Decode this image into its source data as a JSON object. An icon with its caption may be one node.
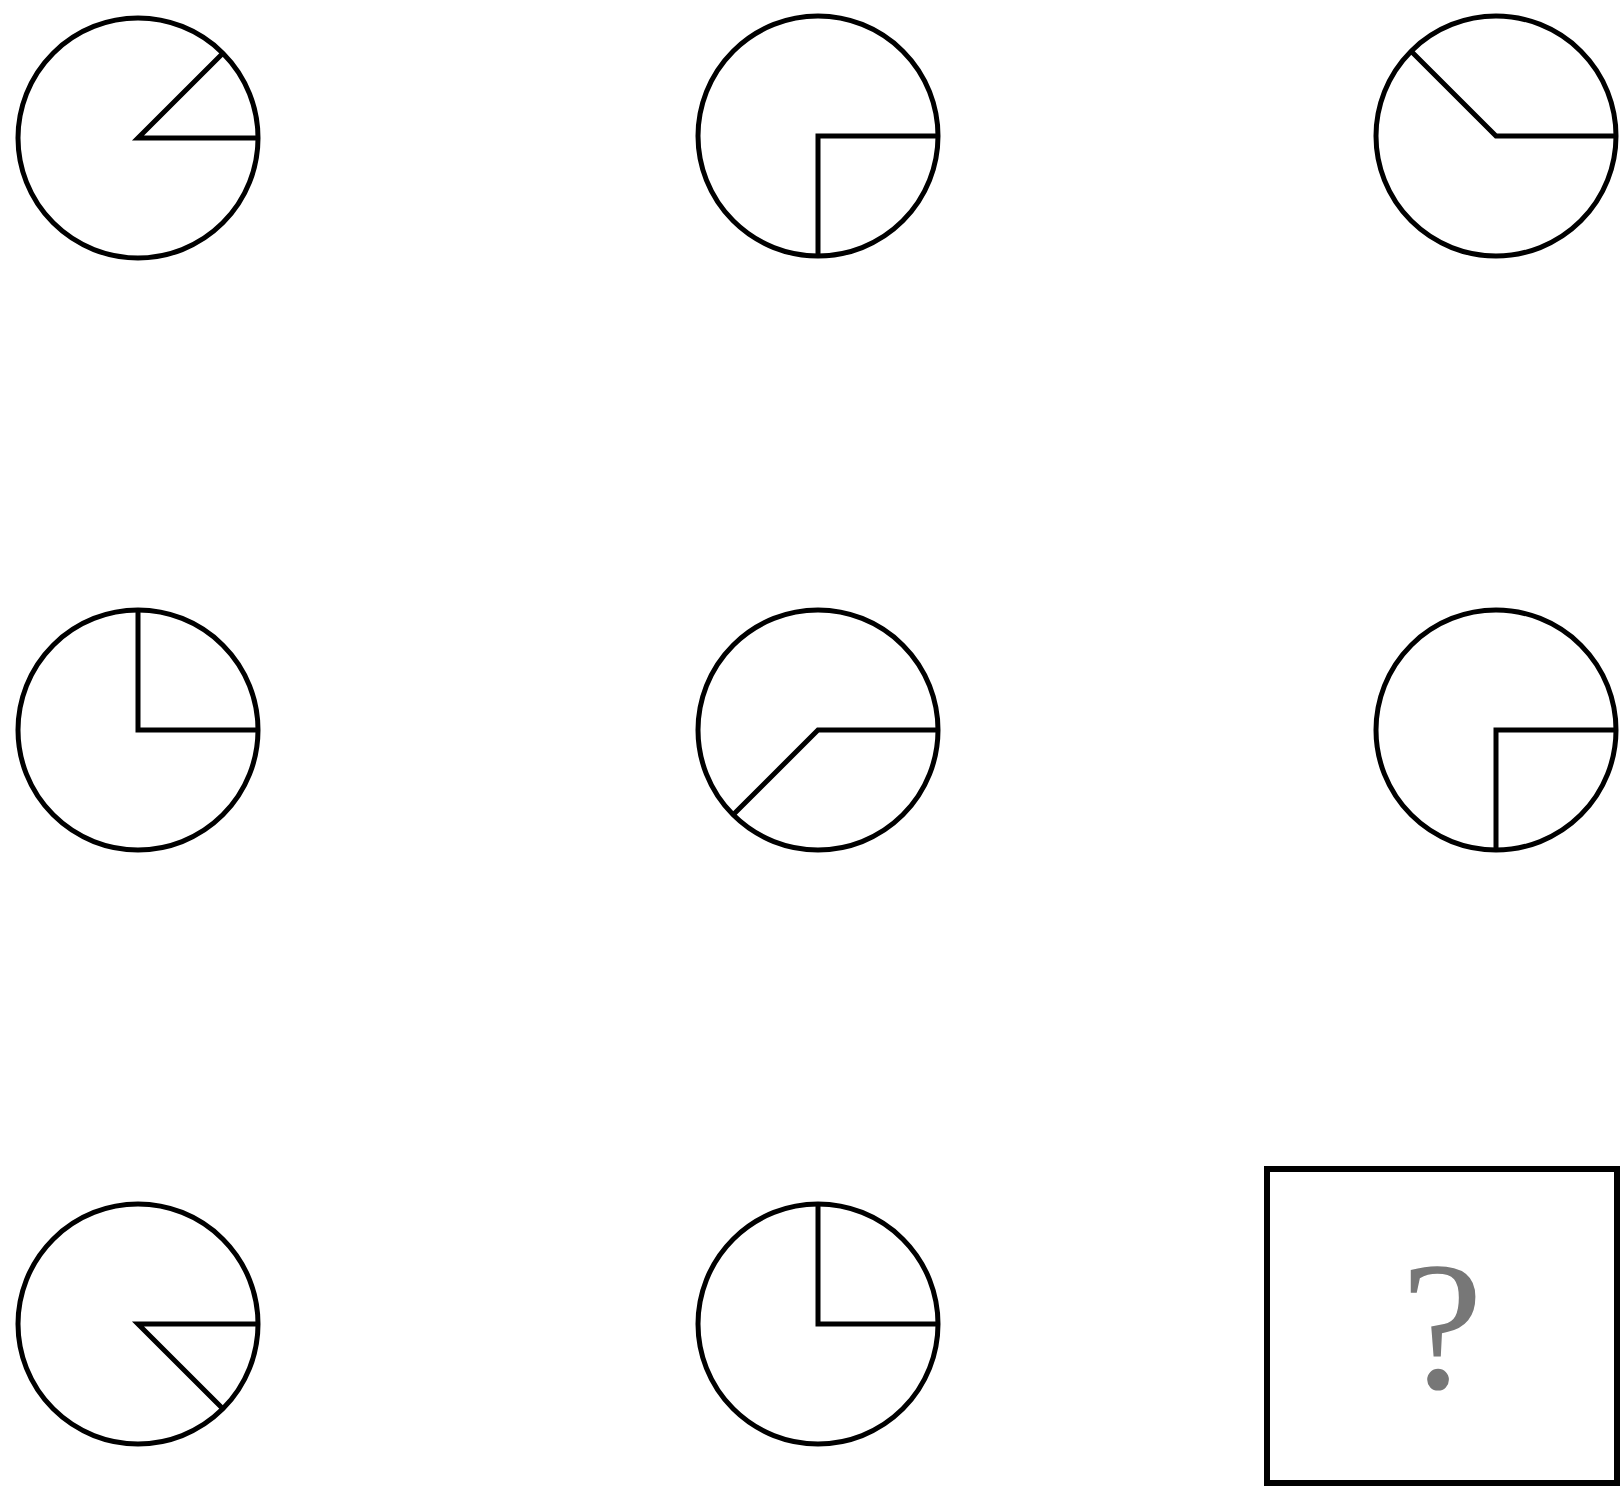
{
  "diagram": {
    "nodes": [
      {
        "text": [],
        "shape": "circle"
      },
      {
        "text": [],
        "shape": "circle"
      },
      {
        "text": [],
        "shape": "circle"
      },
      {
        "text": [],
        "shape": "circle"
      },
      {
        "text": [],
        "shape": "circle"
      },
      {
        "text": [],
        "shape": "circle"
      },
      {
        "text": [],
        "shape": "circle"
      },
      {
        "text": [],
        "shape": "circle"
      },
      {
        "text": [
          "?"
        ]
      }
    ]
  }
}
